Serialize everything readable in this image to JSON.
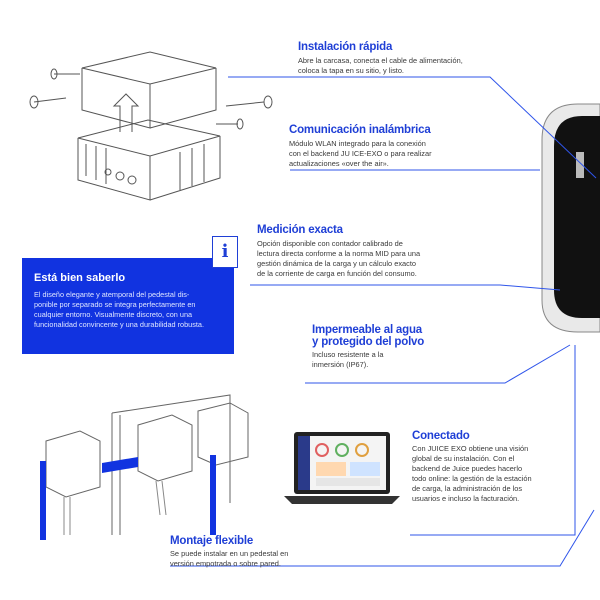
{
  "sections": {
    "instalacion": {
      "title": "Instalación rápida",
      "text": [
        "Abre la carcasa, conecta el cable de alimentación,",
        "coloca la tapa en su sitio, y listo."
      ]
    },
    "comunicacion": {
      "title": "Comunicación inalámbrica",
      "text": [
        "Módulo WLAN integrado para la conexión",
        "con el backend JU ICE-EXO o para realizar",
        "actualizaciones «over the air»."
      ]
    },
    "medicion": {
      "title": "Medición exacta",
      "text": [
        "Opción disponible con contador calibrado de",
        "lectura directa conforme a la norma MID para una",
        "gestión dinámica de la carga y un cálculo exacto",
        "de la corriente de carga en función del consumo."
      ]
    },
    "impermeable": {
      "title_lines": [
        "Impermeable al agua",
        "y protegido del polvo"
      ],
      "text": [
        "Incluso resistente a la",
        "inmersión (IP67)."
      ]
    },
    "conectado": {
      "title": "Conectado",
      "text": [
        "Con JUICE EXO obtiene una visión",
        "global de su instalación. Con el",
        "backend de Juice puedes hacerlo",
        "todo online: la gestión de la estación",
        "de carga, la administración de los",
        "usuarios e incluso la facturación."
      ]
    },
    "montaje": {
      "title": "Montaje flexible",
      "text": [
        "Se puede instalar en un pedestal en",
        "versión empotrada o sobre pared."
      ]
    }
  },
  "info_box": {
    "title": "Está bien saberlo",
    "text": [
      "El diseño elegante y atemporal del pedestal dis-",
      "ponible por separado se integra perfectamente en",
      "cualquier entorno. Visualmente discreto, con una",
      "funcionalidad convincente y una durabilidad robusta."
    ],
    "icon": "info-icon",
    "icon_glyph": "i"
  },
  "colors": {
    "accent": "#1f3fd6",
    "info_box_bg": "#1133e0",
    "line": "#2f55ea"
  }
}
